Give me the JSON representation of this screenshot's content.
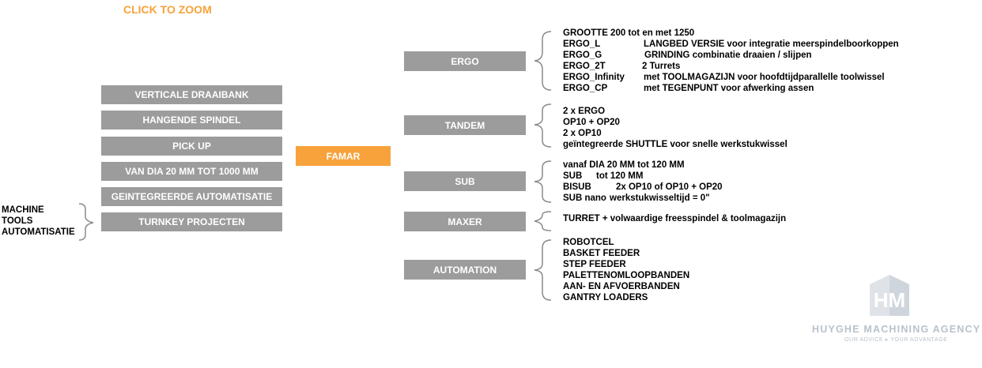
{
  "zoom_label": "CLICK TO ZOOM",
  "left_items": [
    "VERTICALE DRAAIBANK",
    "HANGENDE SPINDEL",
    "PICK UP",
    "VAN DIA 20 MM TOT 1000 MM",
    "GEINTEGREERDE AUTOMATISATIE",
    "TURNKEY PROJECTEN"
  ],
  "machine_lines": [
    "MACHINE",
    "TOOLS",
    "AUTOMATISATIE"
  ],
  "center": "FAMAR",
  "ergo": {
    "label": "ERGO",
    "heading": "GROOTTE 200 tot en met 1250",
    "rows": [
      [
        "ERGO_L",
        "LANGBED VERSIE voor integratie meerspindelboorkoppen"
      ],
      [
        "ERGO_G",
        "GRINDING combinatie draaien / slijpen"
      ],
      [
        "ERGO_2T",
        "2 Turrets"
      ],
      [
        "ERGO_Infinity",
        "met TOOLMAGAZIJN voor hoofdtijdparallelle toolwissel"
      ],
      [
        "ERGO_CP",
        "met TEGENPUNT voor afwerking assen"
      ]
    ]
  },
  "tandem": {
    "label": "TANDEM",
    "lines": [
      "2 x ERGO",
      "OP10 + OP20",
      "2 x OP10",
      "geïntegreerde SHUTTLE voor snelle werkstukwissel"
    ]
  },
  "sub": {
    "label": "SUB",
    "heading": "vanaf DIA 20 MM tot 120 MM",
    "rows": [
      [
        "SUB",
        "tot 120 MM"
      ],
      [
        "BISUB",
        "2x OP10 of OP10 + OP20"
      ],
      [
        "SUB nano",
        "werkstukwisseltijd = 0\""
      ]
    ]
  },
  "maxer": {
    "label": "MAXER",
    "lines": [
      "TURRET + volwaardige freesspindel & toolmagazijn"
    ]
  },
  "automation": {
    "label": "AUTOMATION",
    "lines": [
      "ROBOTCEL",
      "BASKET FEEDER",
      "STEP FEEDER",
      "PALETTENOMLOOPBANDEN",
      "AAN- EN AFVOERBANDEN",
      "GANTRY LOADERS"
    ]
  },
  "logo": {
    "letters": "HM",
    "name": "HUYGHE MACHINING AGENCY",
    "tagline": "OUR ADVICE ▸ YOUR ADVANTAGE"
  }
}
